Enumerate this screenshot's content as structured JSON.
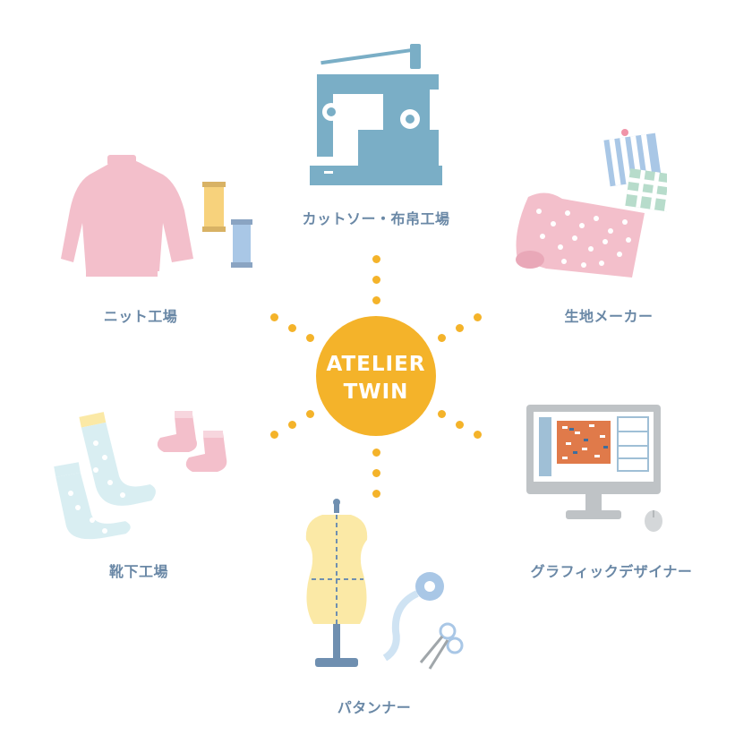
{
  "center": {
    "line1": "ATELIER",
    "line2": "TWIN",
    "color": "#f4b32a"
  },
  "nodes": [
    {
      "id": "cut-sew",
      "label": "カットソー・布帛工場",
      "icon": "sewing-machine-icon"
    },
    {
      "id": "fabric",
      "label": "生地メーカー",
      "icon": "fabric-roll-icon"
    },
    {
      "id": "graphic",
      "label": "グラフィックデザイナー",
      "icon": "computer-monitor-icon"
    },
    {
      "id": "pattern",
      "label": "パタンナー",
      "icon": "dress-form-icon"
    },
    {
      "id": "socks",
      "label": "靴下工場",
      "icon": "socks-icon"
    },
    {
      "id": "knit",
      "label": "ニット工場",
      "icon": "sweater-icon"
    }
  ],
  "colors": {
    "label": "#6a88a6",
    "dots": "#f4b32a",
    "machine": "#7aaec6",
    "pink": "#f3bfcb",
    "yellow": "#fbe9a6",
    "lightblue": "#d9eef2"
  }
}
